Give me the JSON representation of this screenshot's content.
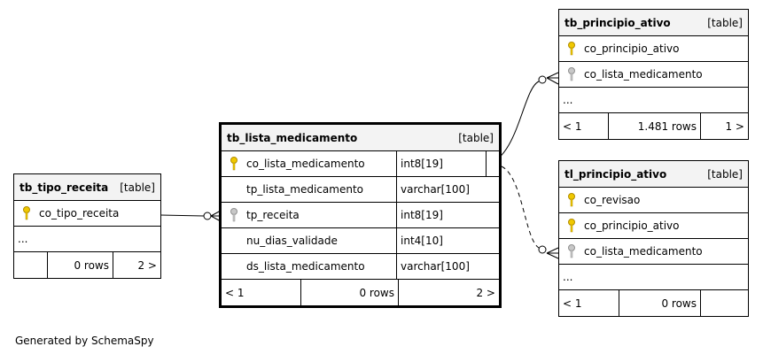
{
  "tables": {
    "tb_tipo_receita": {
      "name": "tb_tipo_receita",
      "type": "[table]",
      "columns": [
        {
          "name": "co_tipo_receita",
          "key": "primary"
        }
      ],
      "ellipsis": "...",
      "footer": {
        "left": "",
        "rows": "0 rows",
        "right": "2 >"
      }
    },
    "tb_lista_medicamento": {
      "name": "tb_lista_medicamento",
      "type": "[table]",
      "columns": [
        {
          "name": "co_lista_medicamento",
          "datatype": "int8[19]",
          "key": "primary"
        },
        {
          "name": "tp_lista_medicamento",
          "datatype": "varchar[100]",
          "key": "none"
        },
        {
          "name": "tp_receita",
          "datatype": "int8[19]",
          "key": "foreign"
        },
        {
          "name": "nu_dias_validade",
          "datatype": "int4[10]",
          "key": "none"
        },
        {
          "name": "ds_lista_medicamento",
          "datatype": "varchar[100]",
          "key": "none"
        }
      ],
      "footer": {
        "left": "< 1",
        "rows": "0 rows",
        "right": "2 >"
      }
    },
    "tb_principio_ativo": {
      "name": "tb_principio_ativo",
      "type": "[table]",
      "columns": [
        {
          "name": "co_principio_ativo",
          "key": "primary"
        },
        {
          "name": "co_lista_medicamento",
          "key": "foreign"
        }
      ],
      "ellipsis": "...",
      "footer": {
        "left": "< 1",
        "rows": "1.481 rows",
        "right": "1 >"
      }
    },
    "tl_principio_ativo": {
      "name": "tl_principio_ativo",
      "type": "[table]",
      "columns": [
        {
          "name": "co_revisao",
          "key": "primary"
        },
        {
          "name": "co_principio_ativo",
          "key": "primary"
        },
        {
          "name": "co_lista_medicamento",
          "key": "foreign"
        }
      ],
      "ellipsis": "...",
      "footer": {
        "left": "< 1",
        "rows": "0 rows",
        "right": ""
      }
    }
  },
  "colors": {
    "primary_key": "#f0c800",
    "foreign_key": "#a0a0a0",
    "header_bg": "#f3f3f3"
  },
  "footer_text": "Generated by SchemaSpy"
}
